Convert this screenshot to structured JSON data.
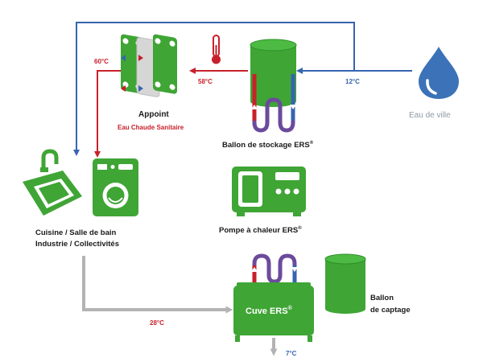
{
  "labels": {
    "temp_60": "60°C",
    "temp_58": "58°C",
    "temp_12": "12°C",
    "temp_28": "28°C",
    "temp_7": "7°C",
    "eau_de_ville": "Eau de ville",
    "appoint": "Appoint",
    "eau_chaude_sanitaire": "Eau Chaude Sanitaire",
    "ballon_stockage": "Ballon de stockage ERS",
    "registered": "®",
    "pompe_chaleur": "Pompe à chaleur ERS",
    "cuisine_line1": "Cuisine / Salle de bain",
    "cuisine_line2": "Industrie / Collectivités",
    "cuve": "Cuve ERS",
    "ballon_captage_line1": "Ballon",
    "ballon_captage_line2": "de captage"
  },
  "colors": {
    "green": "#3fa535",
    "blue": "#3565b0",
    "red": "#c8202a",
    "gray": "#b3b3b3",
    "text": "#1a1a1a",
    "water_drop": "#3c73b8",
    "water_text": "#8f9aa5"
  }
}
